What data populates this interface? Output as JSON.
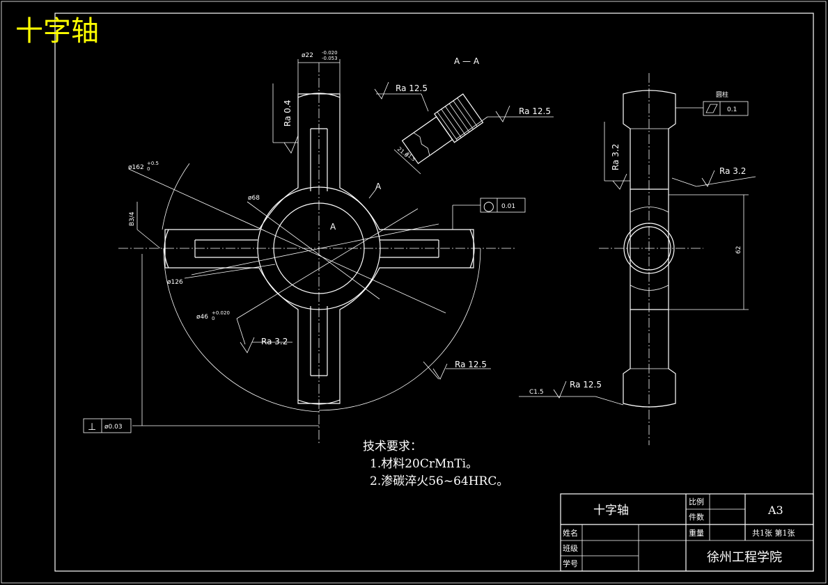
{
  "drawing_title": "十字轴",
  "section_label": "A — A",
  "section_marker": "A",
  "dimensions": {
    "top_diameter": "ø22",
    "top_tol_upper": "-0.020",
    "top_tol_lower": "-0.053",
    "d162": "ø162",
    "d162_tol": "+0.5",
    "d162_zero": "0",
    "d68": "ø68",
    "d126": "ø126",
    "d46": "ø46",
    "d46_tol": "+0.020",
    "d46_zero": "0",
    "b34": "B3/4",
    "section_len": "21.0",
    "section_len2": "21.5",
    "dim_62": "62",
    "chamfer": "C1.5"
  },
  "roughness": {
    "ra04": "Ra 0.4",
    "ra125_sec_left": "Ra 12.5",
    "ra125_sec_right": "Ra 12.5",
    "ra32_front": "Ra 3.2",
    "ra125_front": "Ra 12.5",
    "ra32_side_left": "Ra 3.2",
    "ra32_side_right": "Ra 3.2",
    "ra125_side": "Ra 12.5"
  },
  "tolerances": {
    "circularity_symbol": "◯",
    "circularity_value": "0.01",
    "perpendicular_symbol": "⊥",
    "perpendicular_value": "ø0.03",
    "cylindricity_label": "圆柱",
    "cylindricity_value": "0.1"
  },
  "requirements": {
    "heading": "技术要求：",
    "item1": "1.材料20CrMnTi。",
    "item2": "2.渗碳淬火56~64HRC。"
  },
  "title_block": {
    "part_name": "十字轴",
    "scale_label": "比例",
    "qty_label": "件数",
    "sheet_size": "A3",
    "name_label": "姓名",
    "weight_label": "重量",
    "sheet_count": "共1张 第1张",
    "class_label": "班级",
    "id_label": "学号",
    "school": "徐州工程学院"
  }
}
